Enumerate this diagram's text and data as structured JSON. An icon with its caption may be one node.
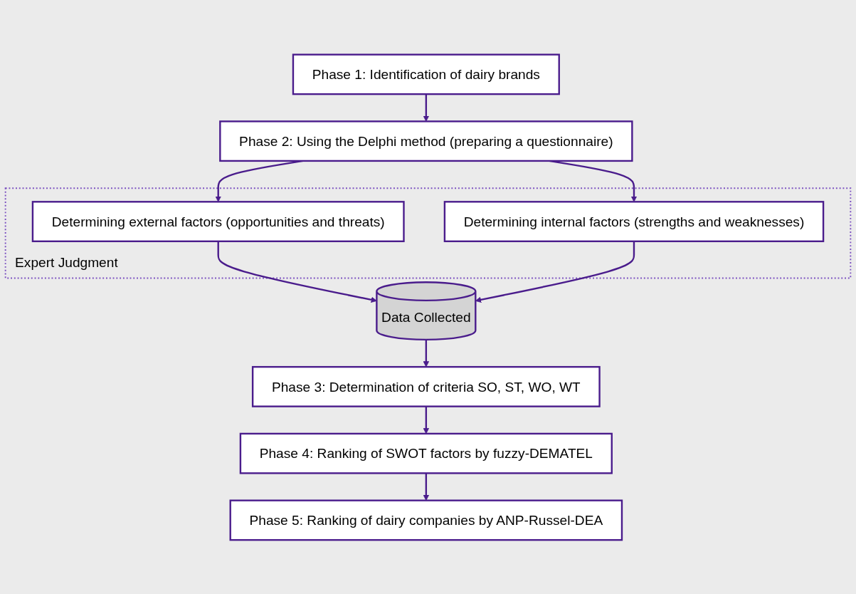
{
  "diagram": {
    "nodes": [
      {
        "text": [
          "Phase 1: Identification of dairy brands"
        ]
      },
      {
        "text": [
          "Phase 2: Using the Delphi method (preparing a questionnaire)"
        ]
      },
      {
        "text": [
          "Expert Judgment"
        ]
      },
      {
        "text": [
          "Determining external factors (opportunities and threats)"
        ],
        "in": 2
      },
      {
        "text": [
          "Determining internal factors (strengths and weaknesses)"
        ],
        "in": 2
      },
      {
        "text": [
          "Data Collected"
        ]
      },
      {
        "text": [
          "Phase 3: Determination of criteria SO, ST, WO, WT"
        ]
      },
      {
        "text": [
          "Phase 4: Ranking of SWOT factors by fuzzy-DEMATEL"
        ]
      },
      {
        "text": [
          "Phase 5: Ranking of dairy companies by ANP-Russel-DEA"
        ]
      }
    ],
    "edges": [
      {
        "from": 0,
        "to": 1,
        "arrow": "to"
      },
      {
        "from": 1,
        "to": 3,
        "arrow": "to"
      },
      {
        "from": 1,
        "to": 4,
        "arrow": "to"
      },
      {
        "from": 3,
        "to": 5,
        "arrow": "to"
      },
      {
        "from": 4,
        "to": 5,
        "arrow": "to"
      },
      {
        "from": 5,
        "to": 6,
        "arrow": "to"
      },
      {
        "from": 6,
        "to": 7,
        "arrow": "to"
      },
      {
        "from": 7,
        "to": 8,
        "arrow": "to"
      }
    ]
  }
}
